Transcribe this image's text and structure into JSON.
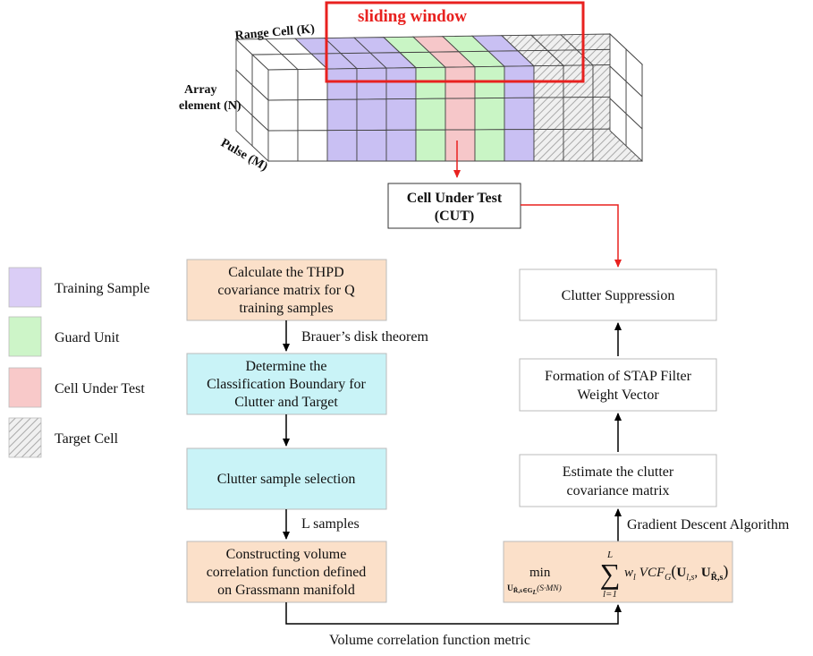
{
  "cube": {
    "sliding_window": "sliding window",
    "range_cell": "Range Cell (K)",
    "array_element": [
      "Array",
      "element (N)"
    ],
    "pulse": "Pulse (M)",
    "cut": [
      "Cell Under Test",
      "(CUT)"
    ]
  },
  "legend": [
    {
      "label": "Training Sample",
      "color": "#d9ccf5"
    },
    {
      "label": "Guard Unit",
      "color": "#cdf5c8"
    },
    {
      "label": "Cell Under Test",
      "color": "#f8c9c9"
    },
    {
      "label": "Target Cell",
      "color": "hatch"
    }
  ],
  "colors": {
    "training": "#c9c0f3",
    "guard": "#c9f5c5",
    "cut": "#f6c7c9",
    "peach": "#fbe0c9",
    "cyan": "#c9f3f7",
    "red": "#e8211f"
  },
  "flow": {
    "calc": [
      "Calculate the THPD",
      "covariance matrix for Q",
      "training samples"
    ],
    "brauer": "Brauer’s disk theorem",
    "determine": [
      "Determine the",
      "Classification Boundary for",
      "Clutter and Target"
    ],
    "selection": "Clutter sample selection",
    "l_samples": "L samples",
    "construct": [
      "Constructing volume",
      "correlation function defined",
      "on Grassmann manifold"
    ],
    "metric": "Volume correlation function metric",
    "suppression": "Clutter Suppression",
    "formation": [
      "Formation of STAP Filter",
      "Weight Vector"
    ],
    "estimate": [
      "Estimate the clutter",
      "covariance matrix"
    ],
    "gradient": "Gradient Descent Algorithm",
    "formula": {
      "min": "min",
      "sub": "U",
      "sub_rest": "R̂,s∈G",
      "sub_L": "L",
      "sub_arg": "(S·MN)",
      "sum_top": "L",
      "sum_bottom": "l=1",
      "w": "w",
      "w_sub": "l",
      "vcf": "VCF",
      "vcf_sub": "G",
      "U1": "U",
      "U1_sub": "l,s",
      "U2": "U",
      "U2_sub": "R̂,s"
    }
  }
}
